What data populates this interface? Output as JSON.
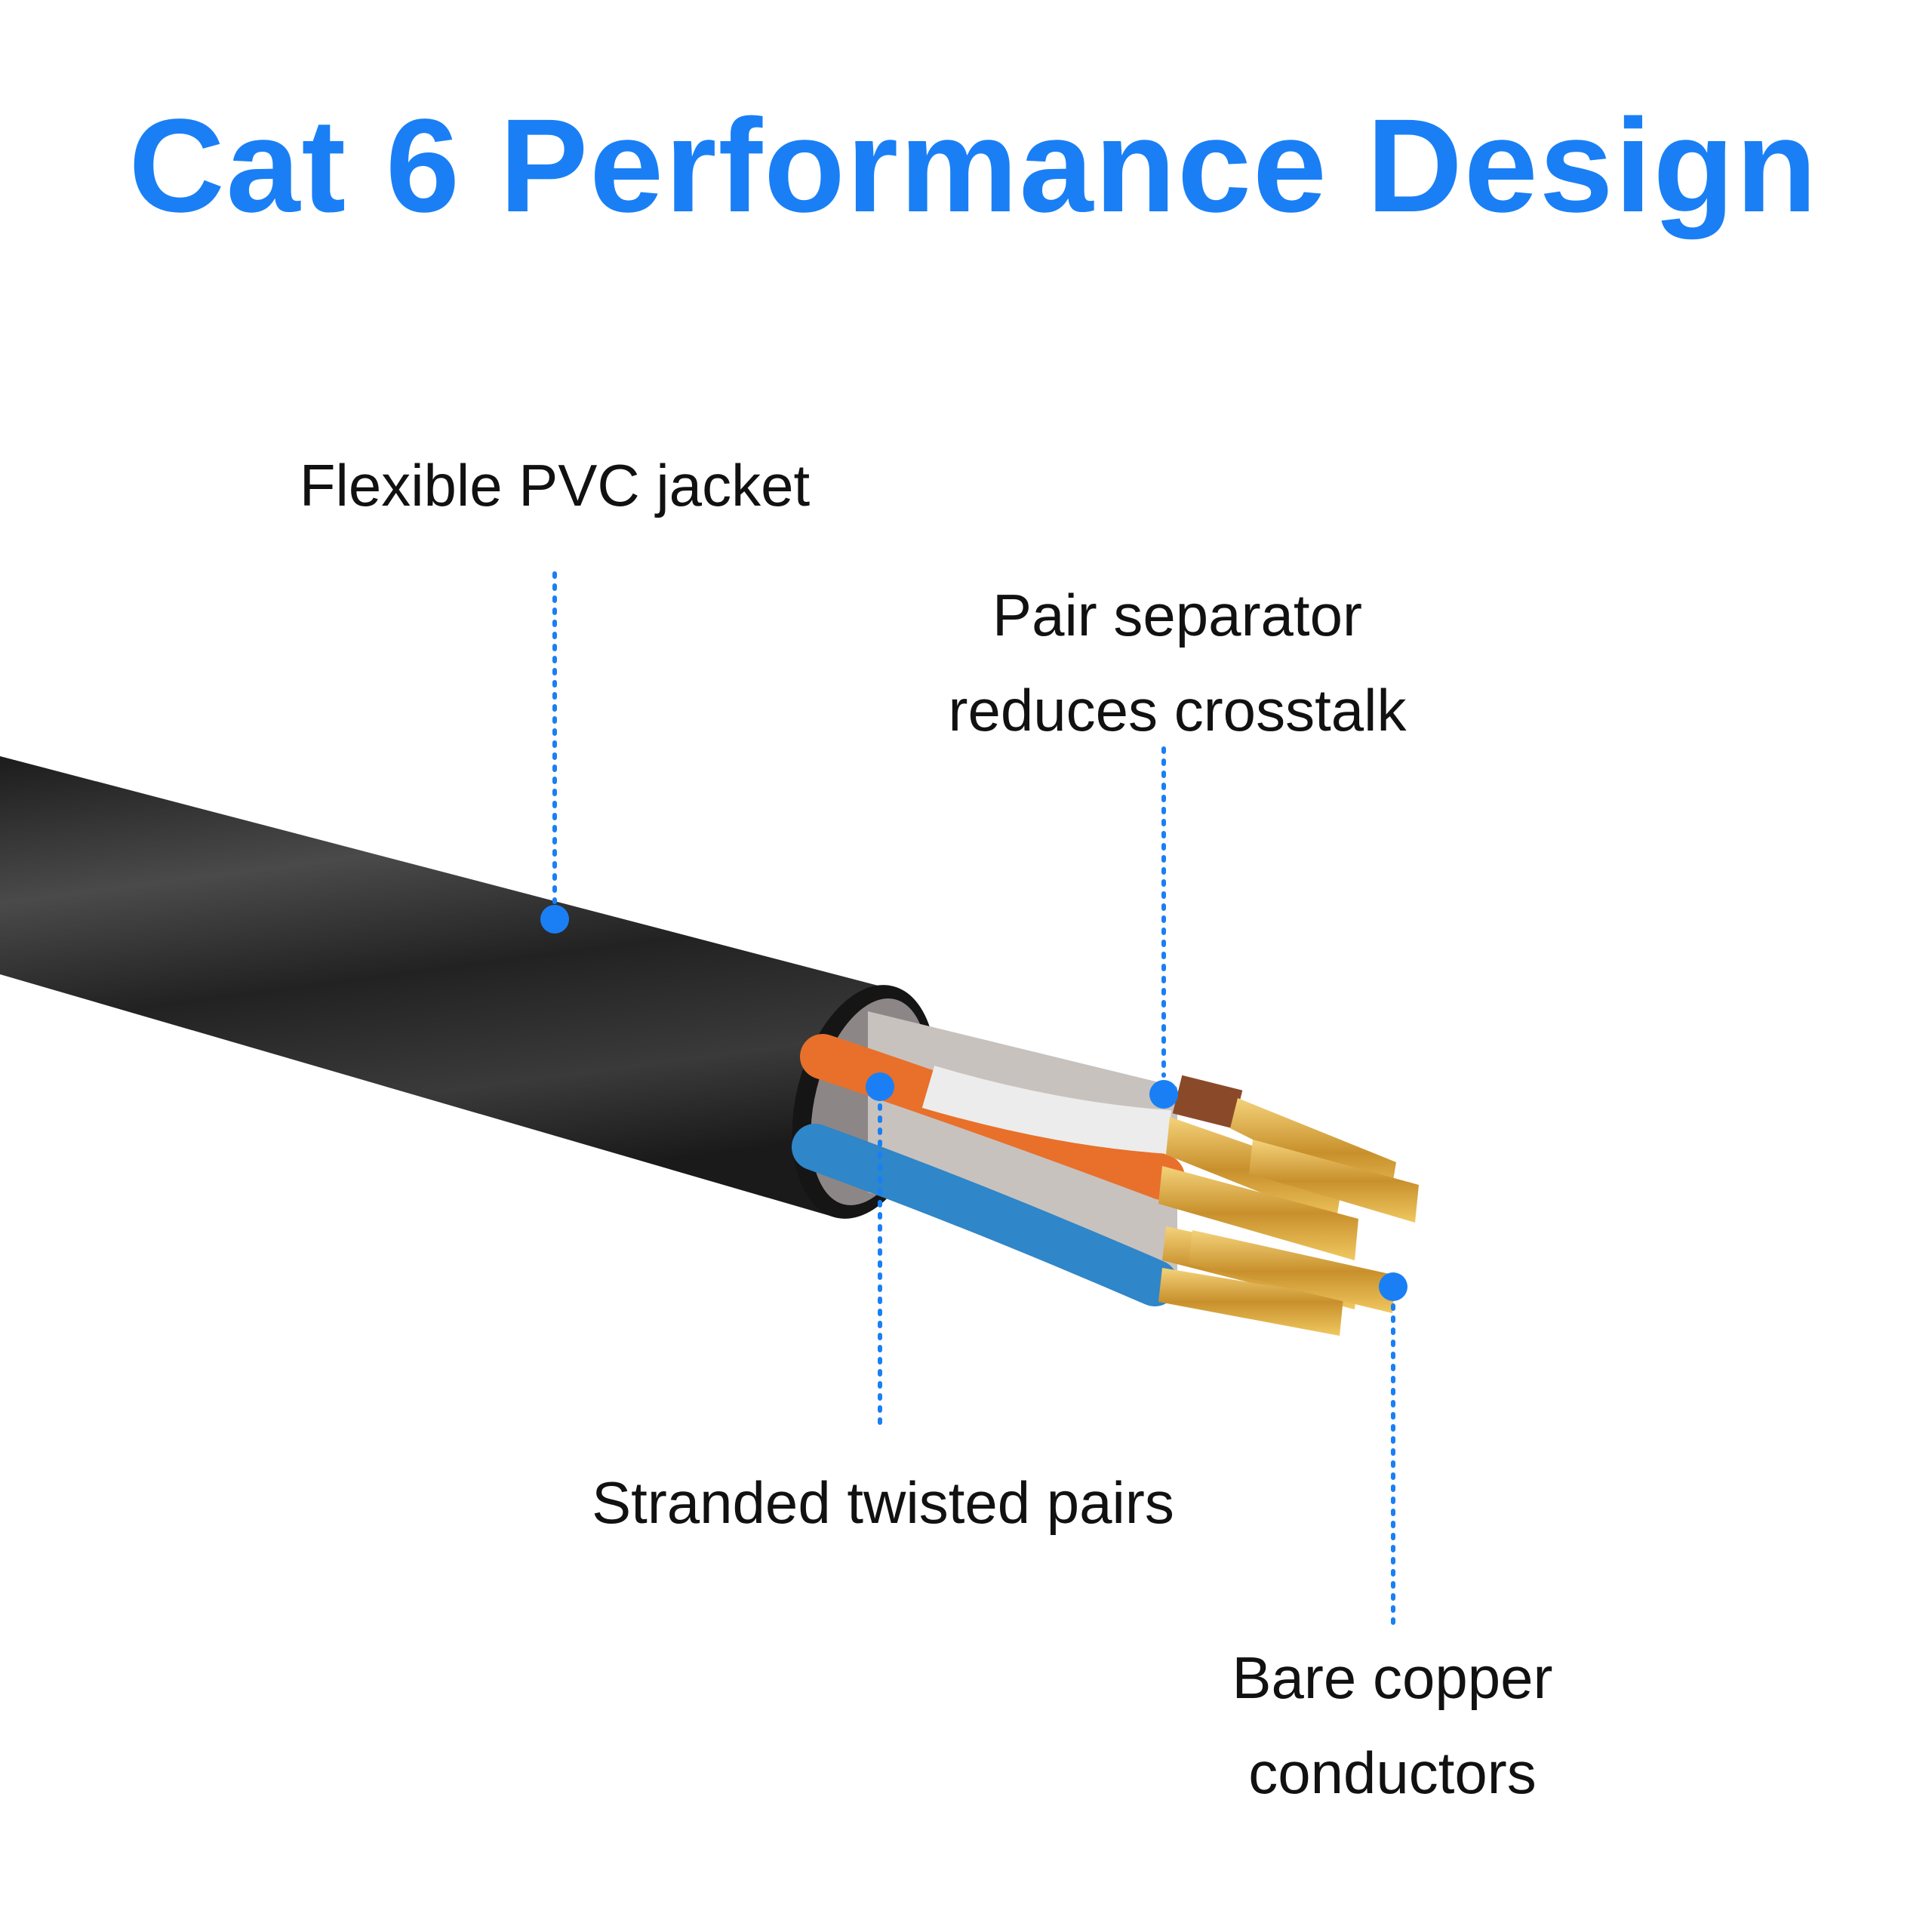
{
  "title": "Cat 6 Performance Design",
  "colors": {
    "title": "#1a7ff5",
    "callout": "#1a7ff5",
    "jacket": "#2a2a2a",
    "orange_wire": "#e8702a",
    "blue_wire": "#2f86c8",
    "white_wire": "#e8e8e8",
    "brown_wire": "#8a4a2a",
    "copper": "#d9a640",
    "separator": "#b8b0ac"
  },
  "callouts": [
    {
      "id": "jacket",
      "lines": [
        "Flexible PVC jacket"
      ]
    },
    {
      "id": "separator",
      "lines": [
        "Pair separator",
        "reduces crosstalk"
      ]
    },
    {
      "id": "pairs",
      "lines": [
        "Stranded twisted pairs"
      ]
    },
    {
      "id": "copper",
      "lines": [
        "Bare copper",
        "conductors"
      ]
    }
  ]
}
